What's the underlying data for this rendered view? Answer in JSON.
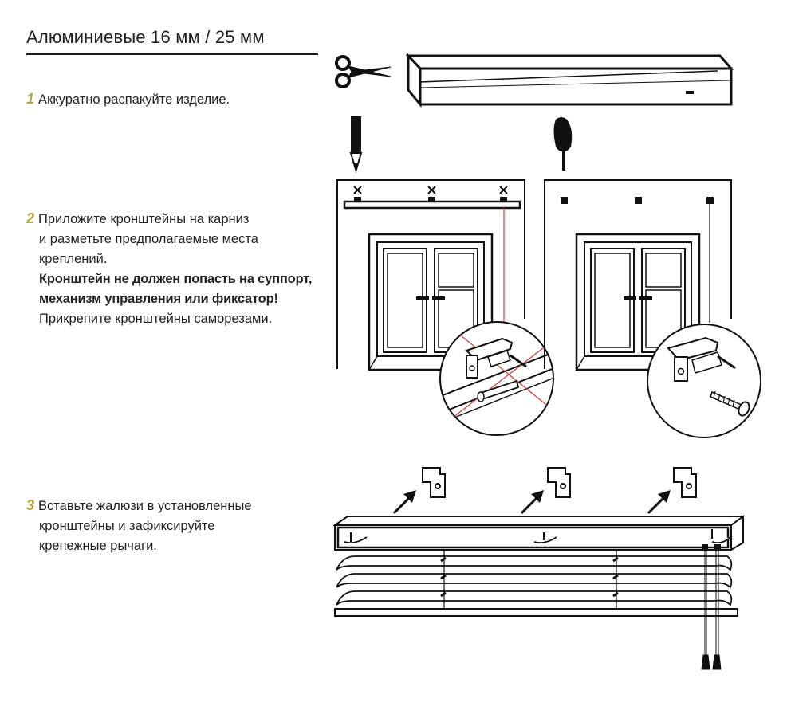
{
  "title": "Алюминиевые 16 мм / 25 мм",
  "accent_color": "#b5a83a",
  "steps": [
    {
      "number": "1",
      "lines": [
        "Аккуратно распакуйте изделие."
      ]
    },
    {
      "number": "2",
      "lines": [
        "Приложите кронштейны на карниз",
        "и разметьте предполагаемые места",
        "креплений."
      ],
      "warning": [
        "Кронштейн не должен попасть на суппорт,",
        "механизм управления или фиксатор!"
      ],
      "after": "Прикрепите кронштейны саморезами."
    },
    {
      "number": "3",
      "lines": [
        "Вставьте жалюзи в установленные",
        "кронштейны и зафиксируйте",
        "крепежные рычаги."
      ]
    }
  ],
  "icons": [
    "scissors-icon",
    "pencil-icon",
    "screwdriver-icon",
    "screw-icon",
    "arrow-icon"
  ]
}
